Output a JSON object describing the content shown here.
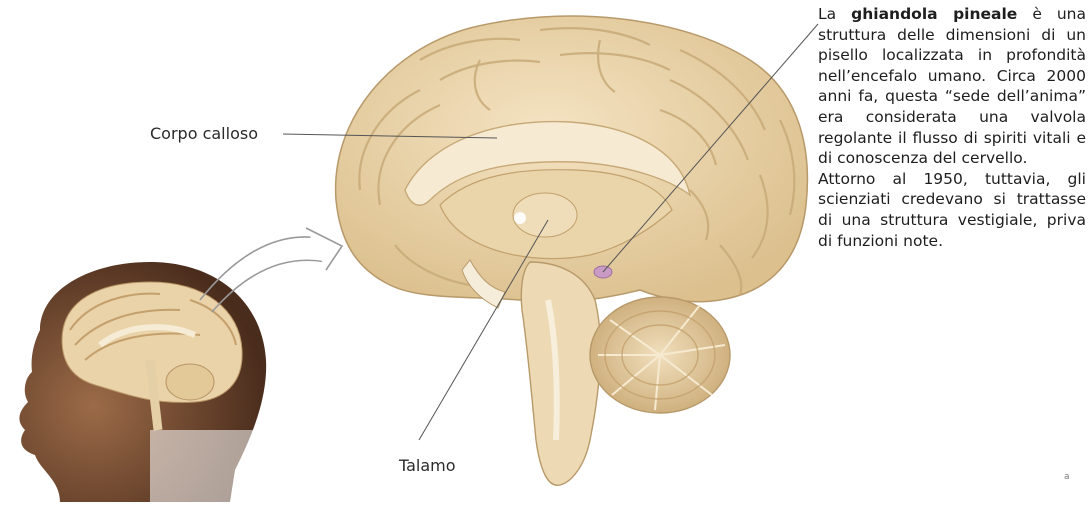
{
  "labels": {
    "corpo_calloso": "Corpo calloso",
    "talamo": "Talamo"
  },
  "caption": {
    "p1_lead": "La ",
    "p1_term": "ghiandola pineale",
    "p1_rest": " è una struttura delle dimensioni di un pisello localizzata in profondità nell’encefalo umano. Circa 2000 anni fa, questa “sede dell’anima” era considerata una valvola regolante il flusso di spiriti vitali e di conoscenza del cervello.",
    "p2": "Attorno al 1950, tuttavia, gli scienziati credevano si trattasse di una struttura vestigiale, priva di funzioni note."
  },
  "corner_mark": "a",
  "colors": {
    "cortex": "#ecd6ad",
    "gyri_line": "#c9ab78",
    "pineal": "#c89ac4",
    "skin": "#8a5a3a"
  },
  "icons": [
    "arrow-outline-icon"
  ]
}
